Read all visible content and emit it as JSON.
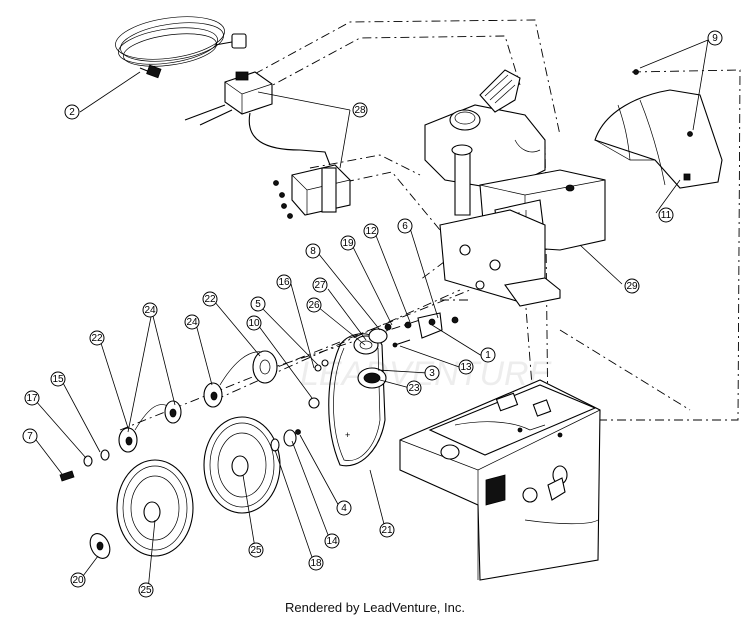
{
  "footer": {
    "credit": "Rendered by LeadVenture, Inc."
  },
  "watermark": "LEADVENTURE",
  "callouts": [
    {
      "label": "2"
    },
    {
      "label": "28"
    },
    {
      "label": "9"
    },
    {
      "label": "11"
    },
    {
      "label": "29"
    },
    {
      "label": "6"
    },
    {
      "label": "12"
    },
    {
      "label": "19"
    },
    {
      "label": "8"
    },
    {
      "label": "27"
    },
    {
      "label": "26"
    },
    {
      "label": "16"
    },
    {
      "label": "5"
    },
    {
      "label": "10"
    },
    {
      "label": "22"
    },
    {
      "label": "24"
    },
    {
      "label": "24"
    },
    {
      "label": "22"
    },
    {
      "label": "15"
    },
    {
      "label": "17"
    },
    {
      "label": "7"
    },
    {
      "label": "1"
    },
    {
      "label": "13"
    },
    {
      "label": "3"
    },
    {
      "label": "23"
    },
    {
      "label": "4"
    },
    {
      "label": "21"
    },
    {
      "label": "14"
    },
    {
      "label": "18"
    },
    {
      "label": "25"
    },
    {
      "label": "25"
    },
    {
      "label": "20"
    }
  ]
}
